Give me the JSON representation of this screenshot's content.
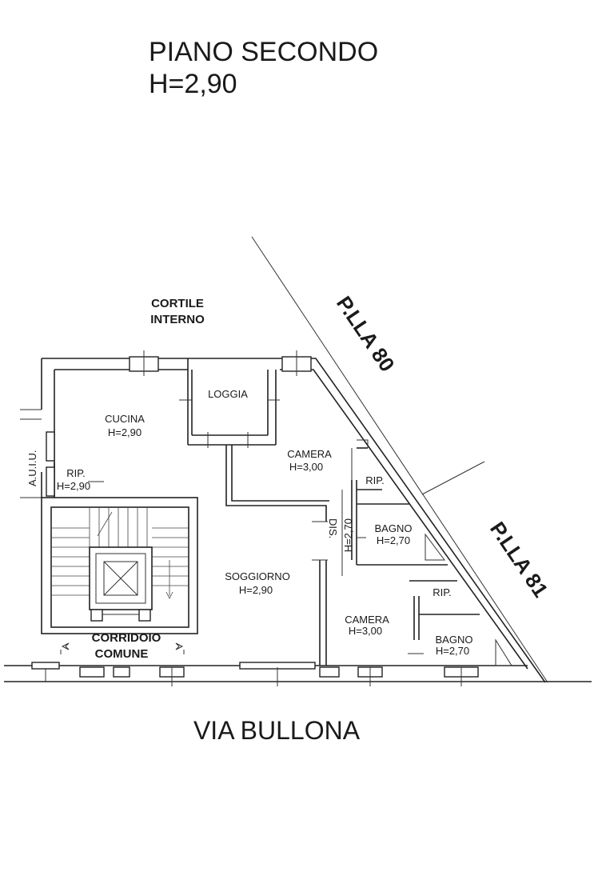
{
  "title": {
    "floor": "PIANO SECONDO",
    "height": "H=2,90"
  },
  "street": "VIA BULLONA",
  "courtyard": {
    "line1": "CORTILE",
    "line2": "INTERNO"
  },
  "parcels": {
    "north": "P.LLA 80",
    "south": "P.LLA 81"
  },
  "aui": "A.U.I.U.",
  "common_corridor": {
    "line1": "CORRIDOIO",
    "line2": "COMUNE"
  },
  "rooms": {
    "cucina": {
      "name": "CUCINA",
      "height": "H=2,90"
    },
    "loggia": {
      "name": "LOGGIA"
    },
    "camera1": {
      "name": "CAMERA",
      "height": "H=3,00"
    },
    "rip1": {
      "name": "RIP."
    },
    "rip_cucina": {
      "name": "RIP.",
      "height": "H=2,90"
    },
    "bagno1": {
      "name": "BAGNO",
      "height": "H=2,70"
    },
    "dis": {
      "name": "DIS.",
      "height": "H=2,70"
    },
    "soggiorno": {
      "name": "SOGGIORNO",
      "height": "H=2,90"
    },
    "rip2": {
      "name": "RIP."
    },
    "camera2": {
      "name": "CAMERA",
      "height": "H=3,00"
    },
    "bagno2": {
      "name": "BAGNO",
      "height": "H=2,70"
    }
  }
}
